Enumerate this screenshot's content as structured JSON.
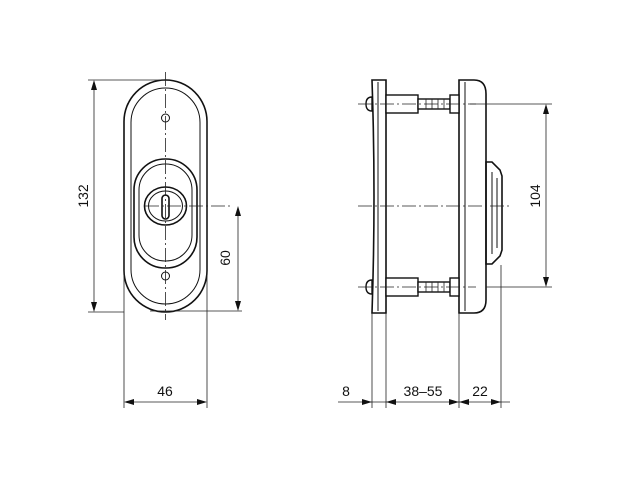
{
  "front_view": {
    "height_label": "132",
    "width_label": "46",
    "cylinder_offset_label": "60"
  },
  "side_view": {
    "screw_spacing_label": "104",
    "cover_plate_label": "8",
    "door_thickness_label": "38–55",
    "projection_label": "22"
  }
}
